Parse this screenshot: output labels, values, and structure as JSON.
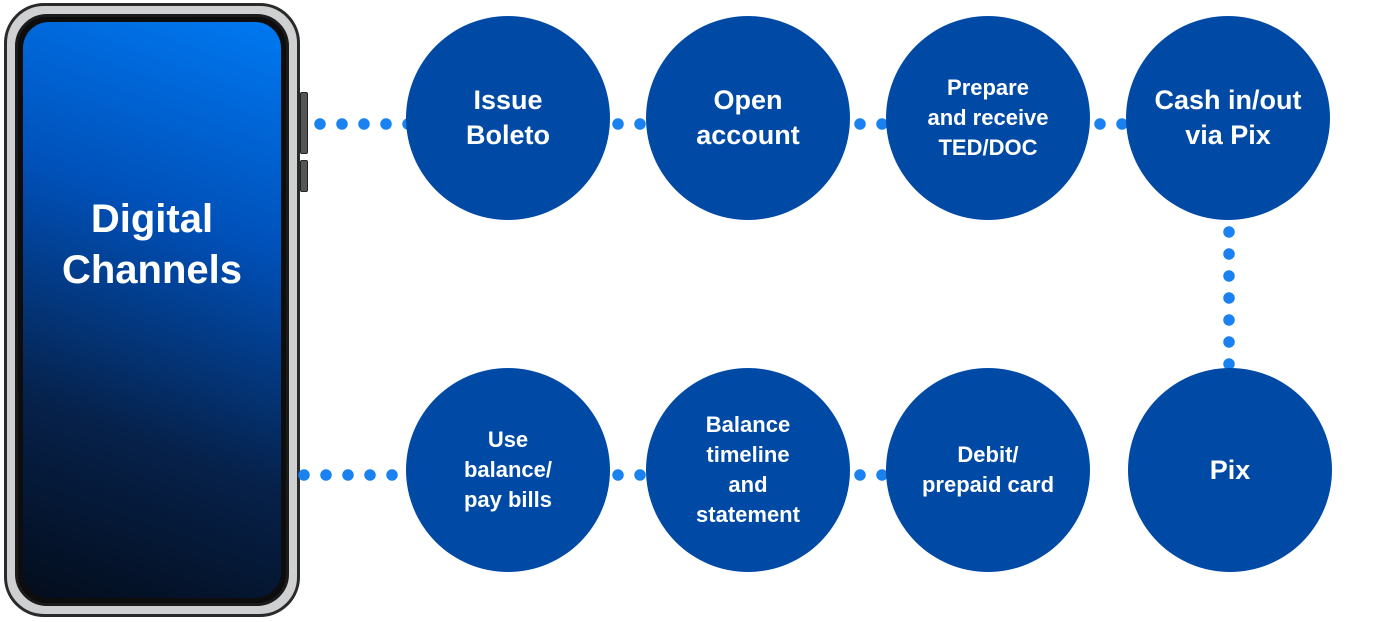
{
  "phone": {
    "title": "Digital\nChannels"
  },
  "top_row": [
    {
      "label": "Issue\nBoleto"
    },
    {
      "label": "Open\naccount"
    },
    {
      "label": "Prepare\nand receive\nTED/DOC"
    },
    {
      "label": "Cash in/out\nvia Pix"
    }
  ],
  "bottom_row": [
    {
      "label": "Use\nbalance/\npay bills"
    },
    {
      "label": "Balance\ntimeline\nand\nstatement"
    },
    {
      "label": "Debit/\nprepaid card"
    },
    {
      "label": "Pix"
    }
  ],
  "colors": {
    "circle": "#004aa6",
    "connector": "#1a82f0",
    "text": "#ffffff"
  }
}
